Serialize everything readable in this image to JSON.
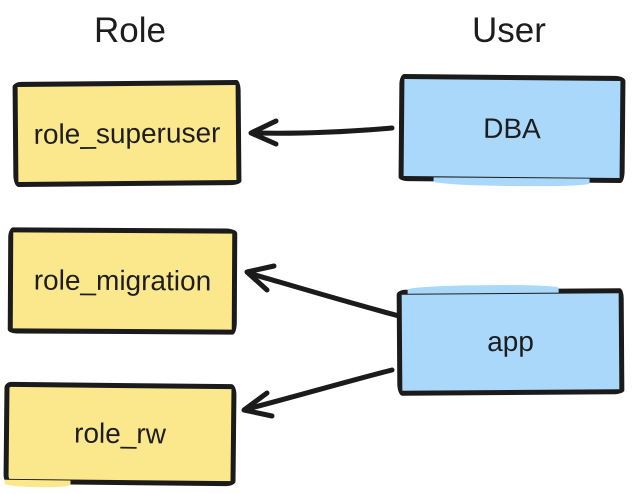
{
  "columns": [
    {
      "label": "Role"
    },
    {
      "label": "User"
    }
  ],
  "roles": [
    {
      "label": "role_superuser"
    },
    {
      "label": "role_migration"
    },
    {
      "label": "role_rw"
    }
  ],
  "users": [
    {
      "label": "DBA"
    },
    {
      "label": "app"
    }
  ],
  "edges": [
    {
      "from": "DBA",
      "to": "role_superuser"
    },
    {
      "from": "app",
      "to": "role_migration"
    },
    {
      "from": "app",
      "to": "role_rw"
    }
  ],
  "colors": {
    "role_fill": "#fbe88d",
    "user_fill": "#a9d8fa",
    "stroke": "#1b1b1b",
    "text": "#1d1d1d",
    "background": "#ffffff"
  }
}
